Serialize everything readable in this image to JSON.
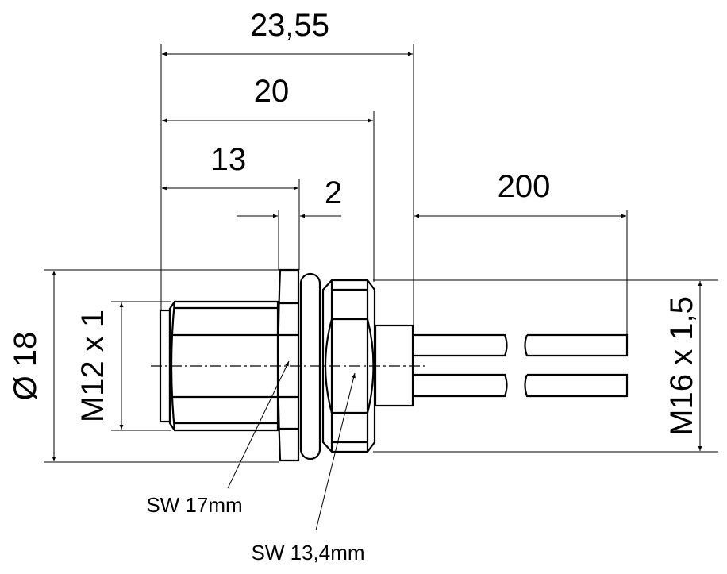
{
  "dimensions": {
    "overall_length": "23,55",
    "length_to_nut": "20",
    "front_length": "13",
    "flange_thickness": "2",
    "cable_length": "200",
    "outer_diameter": "Ø 18",
    "front_thread": "M12 x 1",
    "rear_thread": "M16 x 1,5"
  },
  "callouts": {
    "wrench_size_front": "SW 17mm",
    "wrench_size_rear": "SW 13,4mm"
  }
}
